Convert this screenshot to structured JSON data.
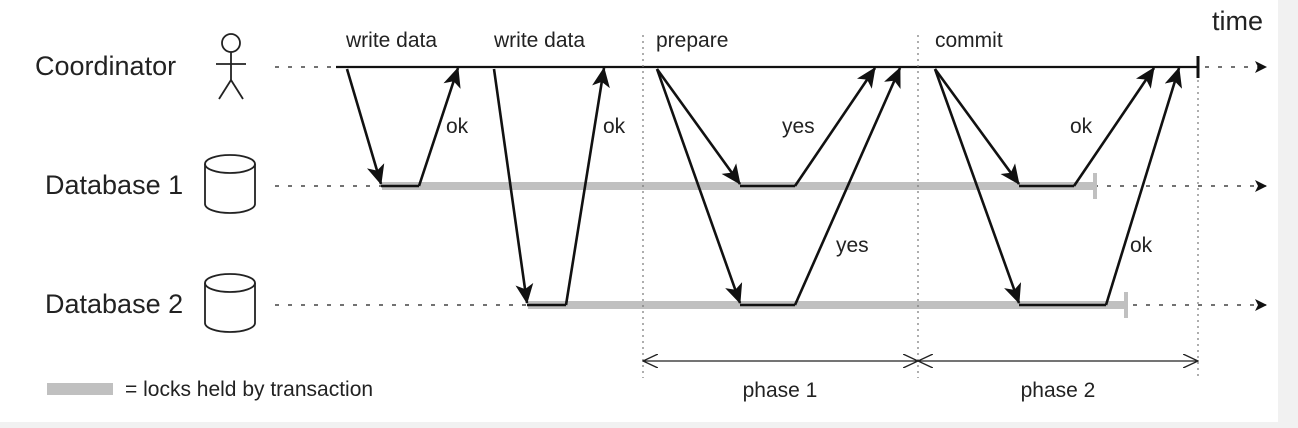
{
  "participants": {
    "coordinator": "Coordinator",
    "database1": "Database 1",
    "database2": "Database 2"
  },
  "axis": {
    "time_label": "time"
  },
  "steps": {
    "write1": "write data",
    "write2": "write data",
    "prepare": "prepare",
    "commit": "commit"
  },
  "responses": {
    "db1_write_ok": "ok",
    "db2_write_ok": "ok",
    "db1_prepare_yes": "yes",
    "db2_prepare_yes": "yes",
    "db1_commit_ok": "ok",
    "db2_commit_ok": "ok"
  },
  "phases": {
    "phase1": "phase 1",
    "phase2": "phase 2"
  },
  "legend": {
    "label": "= locks held by transaction",
    "swatch_color": "#c0c0c0"
  }
}
